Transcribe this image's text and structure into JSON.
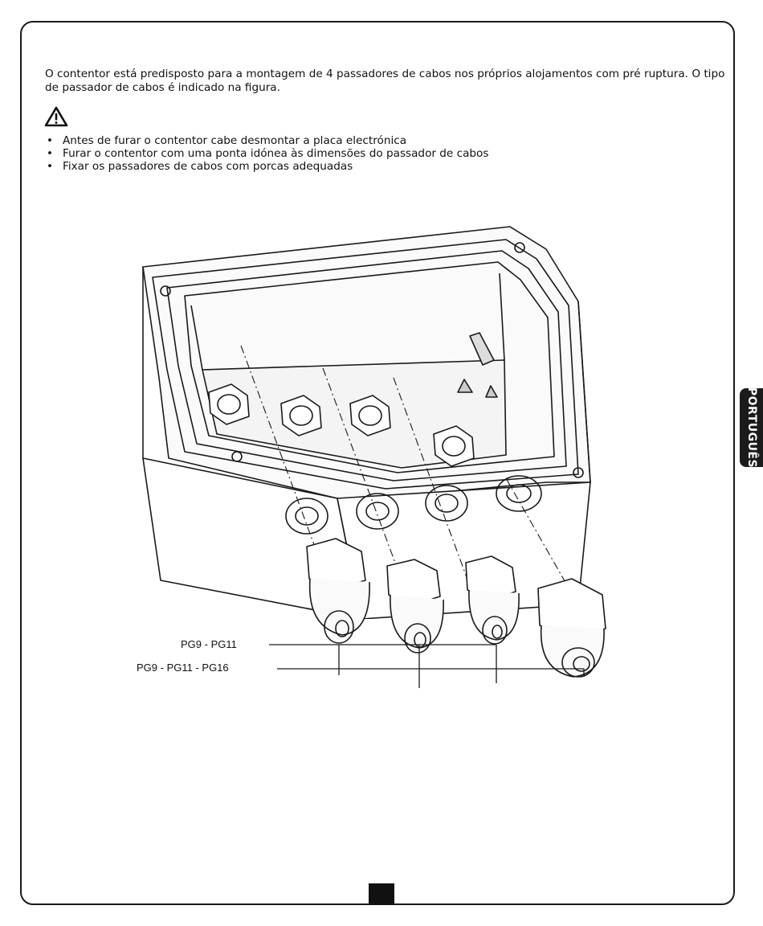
{
  "intro": "O contentor está predisposto para a montagem de 4 passadores de cabos nos próprios alojamentos com pré ruptura. O tipo de passador de cabos é indicado na figura.",
  "warning_icon": "warning-triangle-icon",
  "bullets": [
    "Antes de furar o contentor cabe desmontar a placa electrónica",
    "Furar o contentor com uma ponta idónea às dimensões do passador de cabos",
    "Fixar os passadores de cabos com porcas adequadas"
  ],
  "side_tab": "PORTUGUÊS",
  "figure": {
    "label_small": "PG9 - PG11",
    "label_large": "PG9 - PG11 - PG16"
  }
}
